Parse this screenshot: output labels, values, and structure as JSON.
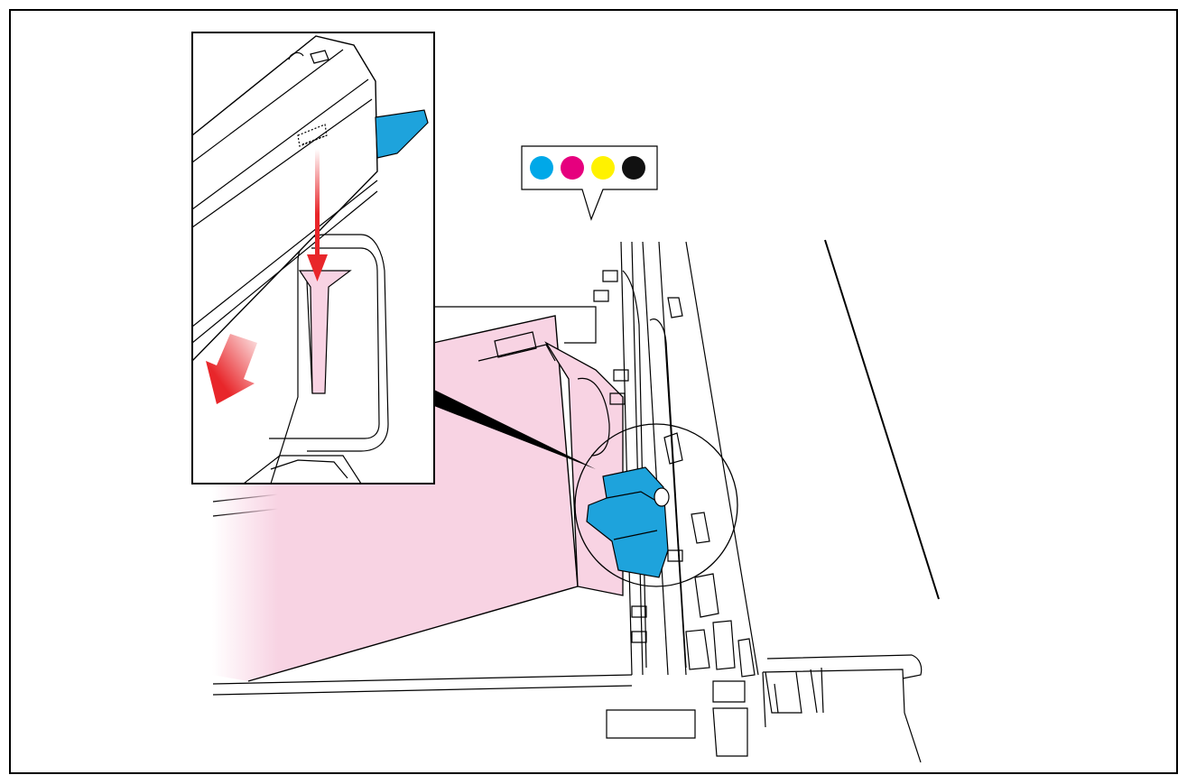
{
  "diagram": {
    "toner_colors": [
      {
        "name": "cyan",
        "hex": "#00a8e8"
      },
      {
        "name": "magenta",
        "hex": "#e6007e"
      },
      {
        "name": "yellow",
        "hex": "#fff200"
      },
      {
        "name": "black",
        "hex": "#111111"
      }
    ],
    "colors": {
      "cartridge_pink": "#f8d3e3",
      "lever_blue": "#1ea3dc",
      "arrow_red": "#e8262a",
      "line": "#000000",
      "frame": "#000000"
    },
    "icons": [
      "toner-color-callout-icon",
      "down-arrow-icon",
      "insertion-arrow-icon",
      "magnify-circle-icon"
    ]
  }
}
